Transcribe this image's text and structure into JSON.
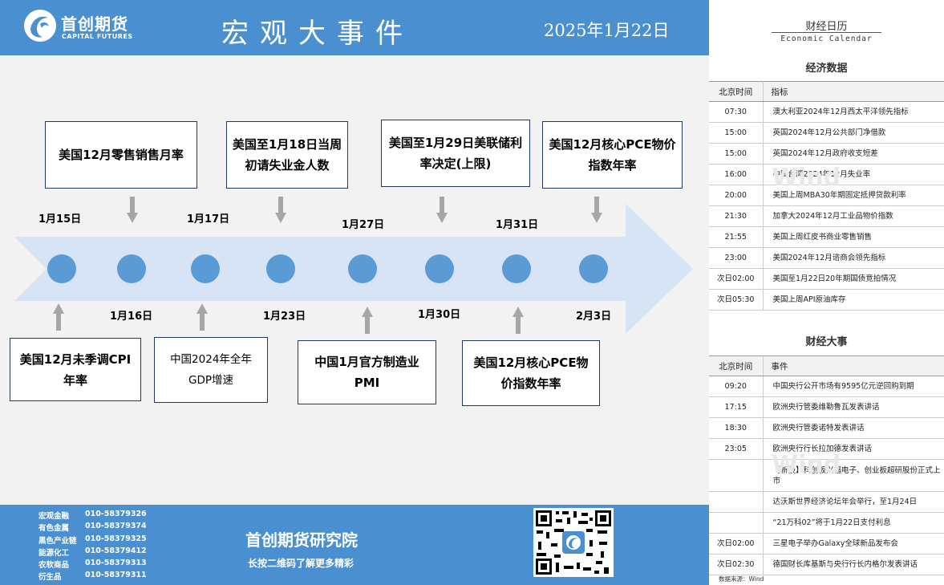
{
  "header": {
    "logo_cn": "首创期货",
    "logo_en": "CAPITAL FUTURES",
    "title": "宏观大事件",
    "date": "2025年1月22日"
  },
  "timeline": {
    "top_events": [
      "美国12月零售销售月率",
      "美国至1月18日当周初请失业金人数",
      "美国至1月29日美联储利率决定(上限)",
      "美国12月核心PCE物价指数年率"
    ],
    "bottom_events": [
      "美国12月未季调CPI年率",
      "中国2024年全年GDP增速",
      "中国1月官方制造业PMI",
      "美国12月核心PCE物价指数年率"
    ],
    "top_dates": [
      "1月15日",
      "1月17日",
      "1月27日",
      "1月31日"
    ],
    "bottom_dates": [
      "1月16日",
      "1月23日",
      "1月30日",
      "2月3日"
    ]
  },
  "footer": {
    "contacts": [
      {
        "name": "宏观金融",
        "phone": "010-58379326"
      },
      {
        "name": "有色金属",
        "phone": "010-58379374"
      },
      {
        "name": "黑色产业链",
        "phone": "010-58379325"
      },
      {
        "name": "能源化工",
        "phone": "010-58379412"
      },
      {
        "name": "农软商品",
        "phone": "010-58379313"
      },
      {
        "name": "衍生品",
        "phone": "010-58379311"
      }
    ],
    "institute": "首创期货研究院",
    "qr_hint": "长按二维码了解更多精彩"
  },
  "calendar": {
    "title": "财经日历",
    "subtitle": "Economic Calendar",
    "data_section": {
      "title": "经济数据",
      "col_time": "北京时间",
      "col_item": "指标",
      "rows": [
        {
          "time": "07:30",
          "item": "澳大利亚2024年12月西太平洋领先指标"
        },
        {
          "time": "15:00",
          "item": "英国2024年12月公共部门净借款"
        },
        {
          "time": "15:00",
          "item": "英国2024年12月政府收支短差"
        },
        {
          "time": "16:00",
          "item": "中国台湾2024年12月失业率"
        },
        {
          "time": "20:00",
          "item": "美国上周MBA30年期固定抵押贷款利率"
        },
        {
          "time": "21:30",
          "item": "加拿大2024年12月工业品物价指数"
        },
        {
          "time": "21:55",
          "item": "美国上周红皮书商业零售销售"
        },
        {
          "time": "23:00",
          "item": "美国2024年12月谘商会领先指标"
        },
        {
          "time": "次日02:00",
          "item": "美国至1月22日20年期国债竞拍情况"
        },
        {
          "time": "次日05:30",
          "item": "美国上周API原油库存"
        }
      ]
    },
    "event_section": {
      "title": "财经大事",
      "col_time": "北京时间",
      "col_item": "事件",
      "rows": [
        {
          "time": "09:20",
          "item": "中国央行公开市场有9595亿元逆回购到期"
        },
        {
          "time": "17:15",
          "item": "欧洲央行管委维勒鲁瓦发表讲话"
        },
        {
          "time": "18:30",
          "item": "欧洲央行管委诺特发表讲话"
        },
        {
          "time": "23:05",
          "item": "欧洲央行行长拉加德发表讲话"
        },
        {
          "time": "",
          "item": "【新股】科创板兴福电子、创业板超研股份正式上市"
        },
        {
          "time": "",
          "item": "达沃斯世界经济论坛年会举行，至1月24日"
        },
        {
          "time": "",
          "item": "“21万科02”将于1月22日支付利息"
        },
        {
          "time": "次日02:00",
          "item": "三星电子举办Galaxy全球新品发布会"
        },
        {
          "time": "次日02:30",
          "item": "德国财长库基斯与央行行长内格尔发表讲话"
        }
      ]
    },
    "watermark": "Wind",
    "source": "数据来源：Wind"
  },
  "colors": {
    "brand_blue": "#4a90d0",
    "node_blue": "#5b9bd5",
    "arrow_band": "#d6e4f5",
    "box_border": "#1f3864",
    "vertical_arrow": "#a6a6a6"
  }
}
